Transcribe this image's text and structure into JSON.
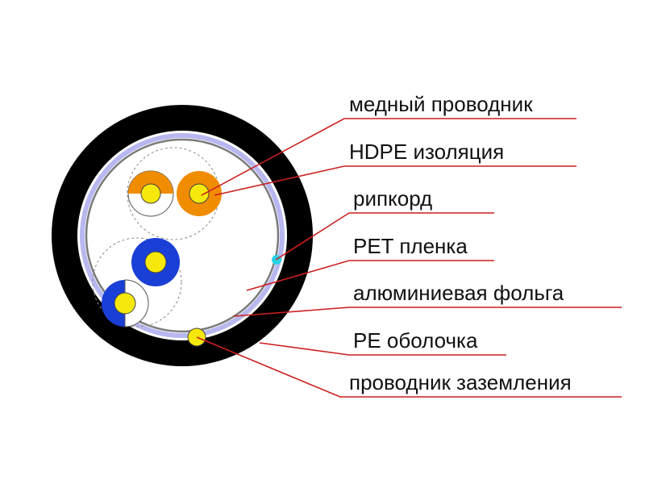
{
  "colors": {
    "sheath": "#000000",
    "leader": "#cc1f1f",
    "orange": "#f08c00",
    "blue": "#1a3fd6",
    "copper": "#f5e80a",
    "film": "#b8b8f0",
    "ripcord": "#27d3e6",
    "foil": "#7a7a7a"
  },
  "labels": [
    {
      "id": "copper-conductor",
      "text": "медный проводник"
    },
    {
      "id": "hdpe-insulation",
      "text": "HDPE изоляция"
    },
    {
      "id": "ripcord",
      "text": "рипкорд"
    },
    {
      "id": "pet-film",
      "text": "PET пленка"
    },
    {
      "id": "aluminium-foil",
      "text": "алюминиевая фольга"
    },
    {
      "id": "pe-sheath",
      "text": "PE оболочка"
    },
    {
      "id": "drain-wire",
      "text": "проводник заземления"
    }
  ]
}
